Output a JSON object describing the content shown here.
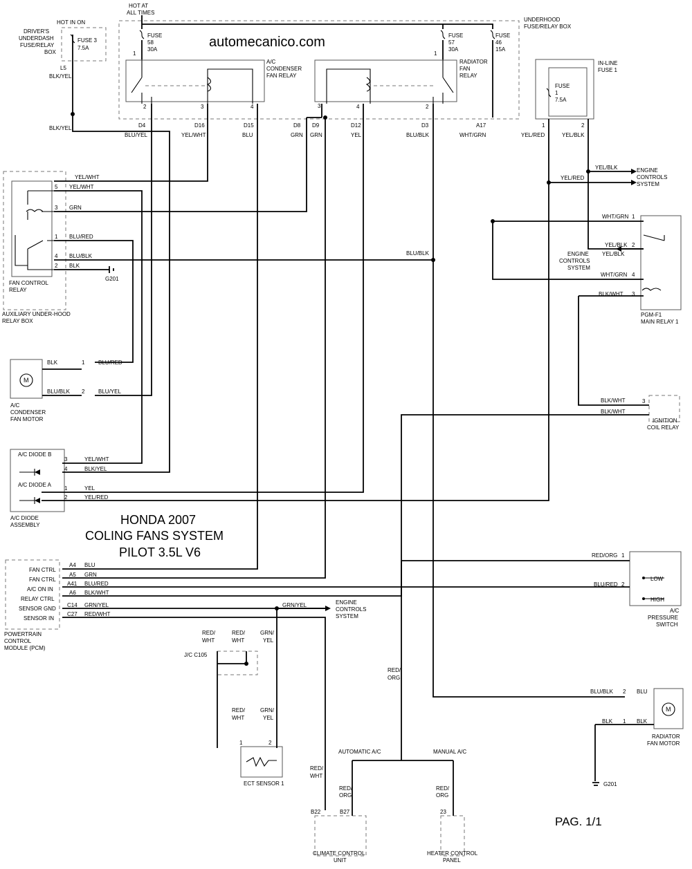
{
  "watermark": "automecanico.com",
  "page": "PAG. 1/1",
  "title": {
    "line1": "HONDA 2007",
    "line2": "COLING FANS SYSTEM",
    "line3": "PILOT 3.5L V6"
  },
  "top": {
    "hot_all_times_1": "HOT AT",
    "hot_all_times_2": "ALL TIMES",
    "hot_in_on": "HOT IN ON",
    "underhood_box_1": "UNDERHOOD",
    "underhood_box_2": "FUSE/RELAY BOX",
    "fuse58": [
      "FUSE",
      "58",
      "30A"
    ],
    "fuse57": [
      "FUSE",
      "57",
      "30A"
    ],
    "fuse46": [
      "FUSE",
      "46",
      "15A"
    ],
    "fuse3": [
      "FUSE 3",
      "7.5A"
    ],
    "inline_fuse_box": [
      "IN-LINE",
      "FUSE 1"
    ],
    "inline_fuse": [
      "FUSE",
      "1",
      "7.5A"
    ],
    "dash_box": [
      "DRIVER'S",
      "UNDERDASH",
      "FUSE/RELAY",
      "BOX"
    ],
    "ac_relay": [
      "A/C",
      "CONDENSER",
      "FAN RELAY"
    ],
    "rad_relay": [
      "RADIATOR",
      "FAN",
      "RELAY"
    ],
    "pin1": "1",
    "l5": "L5",
    "blk_yel": "BLK/YEL",
    "relay_pins": [
      "2",
      "3",
      "4",
      "3",
      "4",
      "2",
      "1",
      "2"
    ]
  },
  "connectors": {
    "codes": [
      "D4",
      "D16",
      "D15",
      "D8",
      "D9",
      "D12",
      "D3",
      "A17"
    ],
    "colors": [
      "BLU/YEL",
      "YEL/WHT",
      "BLU",
      "GRN",
      "GRN",
      "YEL",
      "BLU/BLK",
      "WHT/GRN"
    ],
    "inline_colors": [
      "YEL/RED",
      "YEL/BLK"
    ]
  },
  "fan_control_relay": {
    "pins": [
      "5",
      "3",
      "1",
      "4",
      "2"
    ],
    "wires": [
      "YEL/WHT",
      "YEL/WHT",
      "GRN",
      "BLU/RED",
      "BLU/BLK",
      "BLK"
    ],
    "name": [
      "FAN CONTROL",
      "RELAY"
    ],
    "box": [
      "AUXILIARY UNDER-HOOD",
      "RELAY BOX"
    ],
    "ground": "G201"
  },
  "engine_controls": [
    "ENGINE",
    "CONTROLS",
    "SYSTEM"
  ],
  "pgm_relay": {
    "pins": [
      "1",
      "2",
      "4",
      "3"
    ],
    "wires": [
      "WHT/GRN",
      "YEL/BLK",
      "WHT/GRN",
      "BLK/WHT",
      "YEL/BLK",
      "YEL/BLK",
      "YEL/RED",
      "BLU/BLK"
    ],
    "name": [
      "PGM-F1",
      "MAIN RELAY 1"
    ]
  },
  "ignition_relay": {
    "pin": "3",
    "wires": [
      "BLK/WHT",
      "BLK/WHT"
    ],
    "name": [
      "IGNITION",
      "COIL RELAY"
    ]
  },
  "ac_motor": {
    "wires": [
      "BLK",
      "BLU/RED",
      "BLU/BLK",
      "BLU/YEL"
    ],
    "pins": [
      "1",
      "2"
    ],
    "name": [
      "A/C",
      "CONDENSER",
      "FAN MOTOR"
    ],
    "symbol": "M"
  },
  "diodes": {
    "b": "A/C DIODE B",
    "a": "A/C DIODE A",
    "pins": [
      "3",
      "4",
      "1",
      "2"
    ],
    "wires": [
      "YEL/WHT",
      "BLK/YEL",
      "YEL",
      "YEL/RED"
    ],
    "assembly": [
      "A/C DIODE",
      "ASSEMBLY"
    ]
  },
  "pcm": {
    "labels": [
      "FAN CTRL",
      "FAN CTRL",
      "A/C ON IN",
      "RELAY CTRL",
      "SENSOR GND",
      "SENSOR IN"
    ],
    "pins": [
      "A4",
      "A5",
      "A41",
      "A6",
      "C14",
      "C27"
    ],
    "wires": [
      "BLU",
      "GRN",
      "BLU/RED",
      "BLK/WHT",
      "GRN/YEL",
      "RED/WHT"
    ],
    "name": [
      "POWERTRAIN",
      "CONTROL",
      "MODULE (PCM)"
    ],
    "gnd_wire": "GRN/YEL"
  },
  "pressure_switch": {
    "pins": [
      "1",
      "2"
    ],
    "wires": [
      "RED/ORG",
      "BLU/RED"
    ],
    "states": [
      "LOW",
      "HIGH"
    ],
    "name": [
      "A/C",
      "PRESSURE",
      "SWITCH"
    ]
  },
  "jc": {
    "name": "J/C C105",
    "wires": [
      "RED/",
      "WHT",
      "RED/",
      "WHT",
      "GRN/",
      "YEL",
      "RED/",
      "WHT",
      "GRN/",
      "YEL"
    ]
  },
  "ect": {
    "pins": [
      "1",
      "2"
    ],
    "name": "ECT SENSOR 1"
  },
  "radiator_motor": {
    "pins": [
      "2",
      "1"
    ],
    "wires": [
      "BLU/BLK",
      "BLU",
      "BLK",
      "BLK"
    ],
    "name": [
      "RADIATOR",
      "FAN MOTOR"
    ],
    "ground": "G201",
    "symbol": "M"
  },
  "bottom": {
    "automatic": "AUTOMATIC A/C",
    "manual": "MANUAL A/C",
    "red_org": [
      "RED/",
      "ORG"
    ],
    "red_wht": [
      "RED/",
      "WHT"
    ],
    "pins": [
      "B22",
      "B27",
      "23"
    ],
    "climate": [
      "CLIMATE CONTROL",
      "UNIT"
    ],
    "heater": [
      "HEATER CONTROL",
      "PANEL"
    ]
  }
}
